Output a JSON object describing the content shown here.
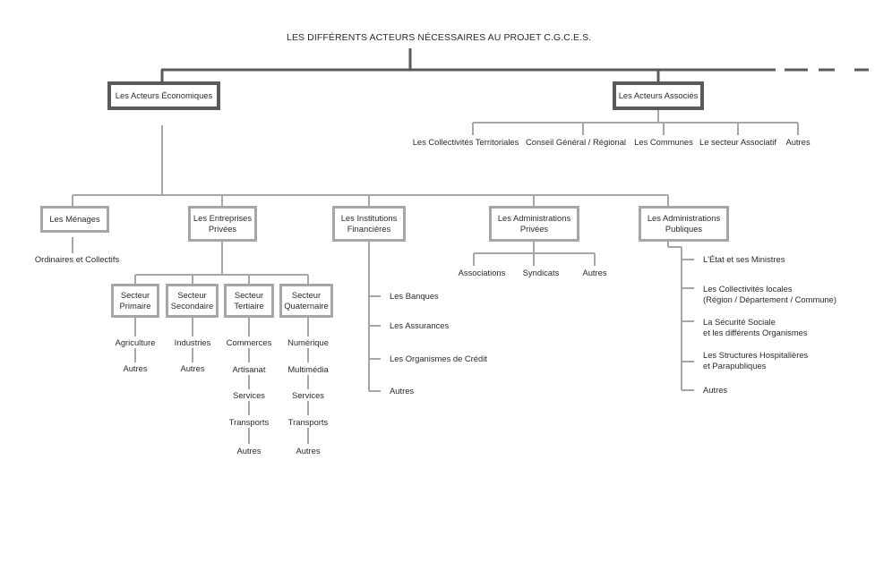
{
  "title": "LES DIFFÉRENTS ACTEURS NÉCESSAIRES AU PROJET C.G.C.E.S.",
  "colors": {
    "dark_line": "#5a5a5a",
    "light_line": "#a6a6a6",
    "text": "#2b2b2b"
  },
  "economic": {
    "label": "Les Acteurs Économiques",
    "menages": {
      "label": "Les Ménages",
      "child": "Ordinaires et Collectifs"
    },
    "entreprises": {
      "label_l1": "Les Entreprises",
      "label_l2": "Privées",
      "sectors": [
        {
          "l1": "Secteur",
          "l2": "Primaire",
          "items": [
            "Agriculture",
            "Autres"
          ]
        },
        {
          "l1": "Secteur",
          "l2": "Secondaire",
          "items": [
            "Industries",
            "Autres"
          ]
        },
        {
          "l1": "Secteur",
          "l2": "Tertiaire",
          "items": [
            "Commerces",
            "Artisanat",
            "Services",
            "Transports",
            "Autres"
          ]
        },
        {
          "l1": "Secteur",
          "l2": "Quaternaire",
          "items": [
            "Numérique",
            "Multimédia",
            "Services",
            "Transports",
            "Autres"
          ]
        }
      ]
    },
    "institutions": {
      "label_l1": "Les Institutions",
      "label_l2": "Financières",
      "items": [
        "Les Banques",
        "Les Assurances",
        "Les Organismes de Crédit",
        "Autres"
      ]
    },
    "admin_privees": {
      "label_l1": "Les Administrations",
      "label_l2": "Privées",
      "items": [
        "Associations",
        "Syndicats",
        "Autres"
      ]
    },
    "admin_publiques": {
      "label_l1": "Les Administrations",
      "label_l2": "Publiques",
      "items": [
        [
          "L'État et ses Ministres"
        ],
        [
          "Les Collectivités locales",
          "(Région / Département / Commune)"
        ],
        [
          "La Sécurité Sociale",
          "et les différents Organismes"
        ],
        [
          "Les Structures Hospitalières",
          "et Parapubliques"
        ],
        [
          "Autres"
        ]
      ]
    }
  },
  "associated": {
    "label": "Les Acteurs Associés",
    "items": [
      "Les Collectivités Territoriales",
      "Conseil Général / Régional",
      "Les Communes",
      "Le secteur Associatif",
      "Autres"
    ]
  }
}
